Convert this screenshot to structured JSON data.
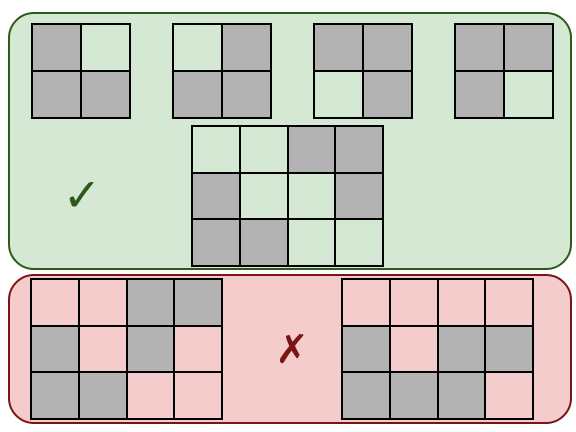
{
  "colors": {
    "filled_cell": "#b3b3b3",
    "grid_line": "#000000",
    "valid_panel_fill": "#d5e8d4",
    "valid_panel_border": "#2d5a1b",
    "valid_empty_cell": "#d5e8d4",
    "valid_mark": "#2d5a1b",
    "invalid_panel_fill": "#f4cccc",
    "invalid_panel_border": "#7a1515",
    "invalid_empty_cell": "#f4cccc",
    "invalid_mark": "#7a1515"
  },
  "valid_panel": {
    "mark": "✓",
    "patterns": [
      {
        "rows": 2,
        "cols": 2,
        "cells": [
          [
            1,
            0
          ],
          [
            1,
            1
          ]
        ]
      },
      {
        "rows": 2,
        "cols": 2,
        "cells": [
          [
            0,
            1
          ],
          [
            1,
            1
          ]
        ]
      },
      {
        "rows": 2,
        "cols": 2,
        "cells": [
          [
            1,
            1
          ],
          [
            0,
            1
          ]
        ]
      },
      {
        "rows": 2,
        "cols": 2,
        "cells": [
          [
            1,
            1
          ],
          [
            1,
            0
          ]
        ]
      }
    ],
    "example": {
      "rows": 3,
      "cols": 4,
      "cells": [
        [
          0,
          0,
          1,
          1
        ],
        [
          1,
          0,
          0,
          1
        ],
        [
          1,
          1,
          0,
          0
        ]
      ]
    }
  },
  "invalid_panel": {
    "mark": "✗",
    "examples": [
      {
        "rows": 3,
        "cols": 4,
        "cells": [
          [
            0,
            0,
            1,
            1
          ],
          [
            1,
            0,
            1,
            0
          ],
          [
            1,
            1,
            0,
            0
          ]
        ]
      },
      {
        "rows": 3,
        "cols": 4,
        "cells": [
          [
            0,
            0,
            0,
            0
          ],
          [
            1,
            0,
            1,
            1
          ],
          [
            1,
            1,
            1,
            0
          ]
        ]
      }
    ]
  }
}
